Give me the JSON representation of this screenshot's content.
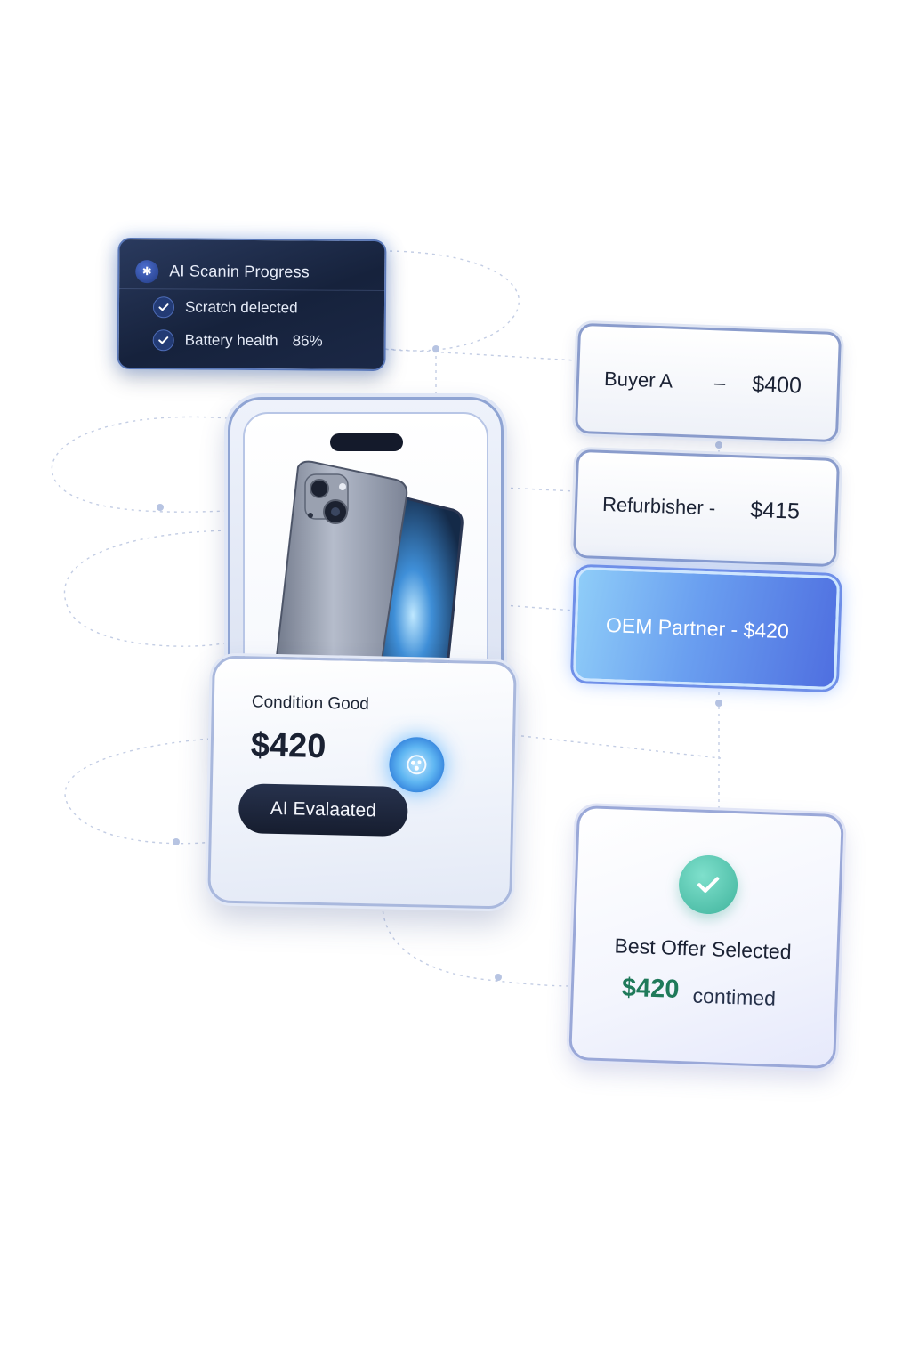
{
  "scan_panel": {
    "title": "AI Scanin Progress",
    "items": [
      {
        "label": "Scratch delected",
        "value": ""
      },
      {
        "label": "Battery health",
        "value": "86%"
      }
    ]
  },
  "condition_card": {
    "condition": "Condition Good",
    "price": "$420",
    "button_label": "AI Evalaated"
  },
  "offers": [
    {
      "buyer": "Buyer A",
      "separator": "–",
      "amount": "$400"
    },
    {
      "buyer": "Refurbisher -",
      "amount": "$415"
    },
    {
      "label": "OEM Partner - $420",
      "highlighted": true
    }
  ],
  "best_offer": {
    "title": "Best Offer Selected",
    "price": "$420",
    "status": "contimed"
  },
  "colors": {
    "accent_blue": "#5f8ef0",
    "dark_panel": "#16223c",
    "success_green": "#3fb39c",
    "price_green": "#1f7a5a"
  }
}
